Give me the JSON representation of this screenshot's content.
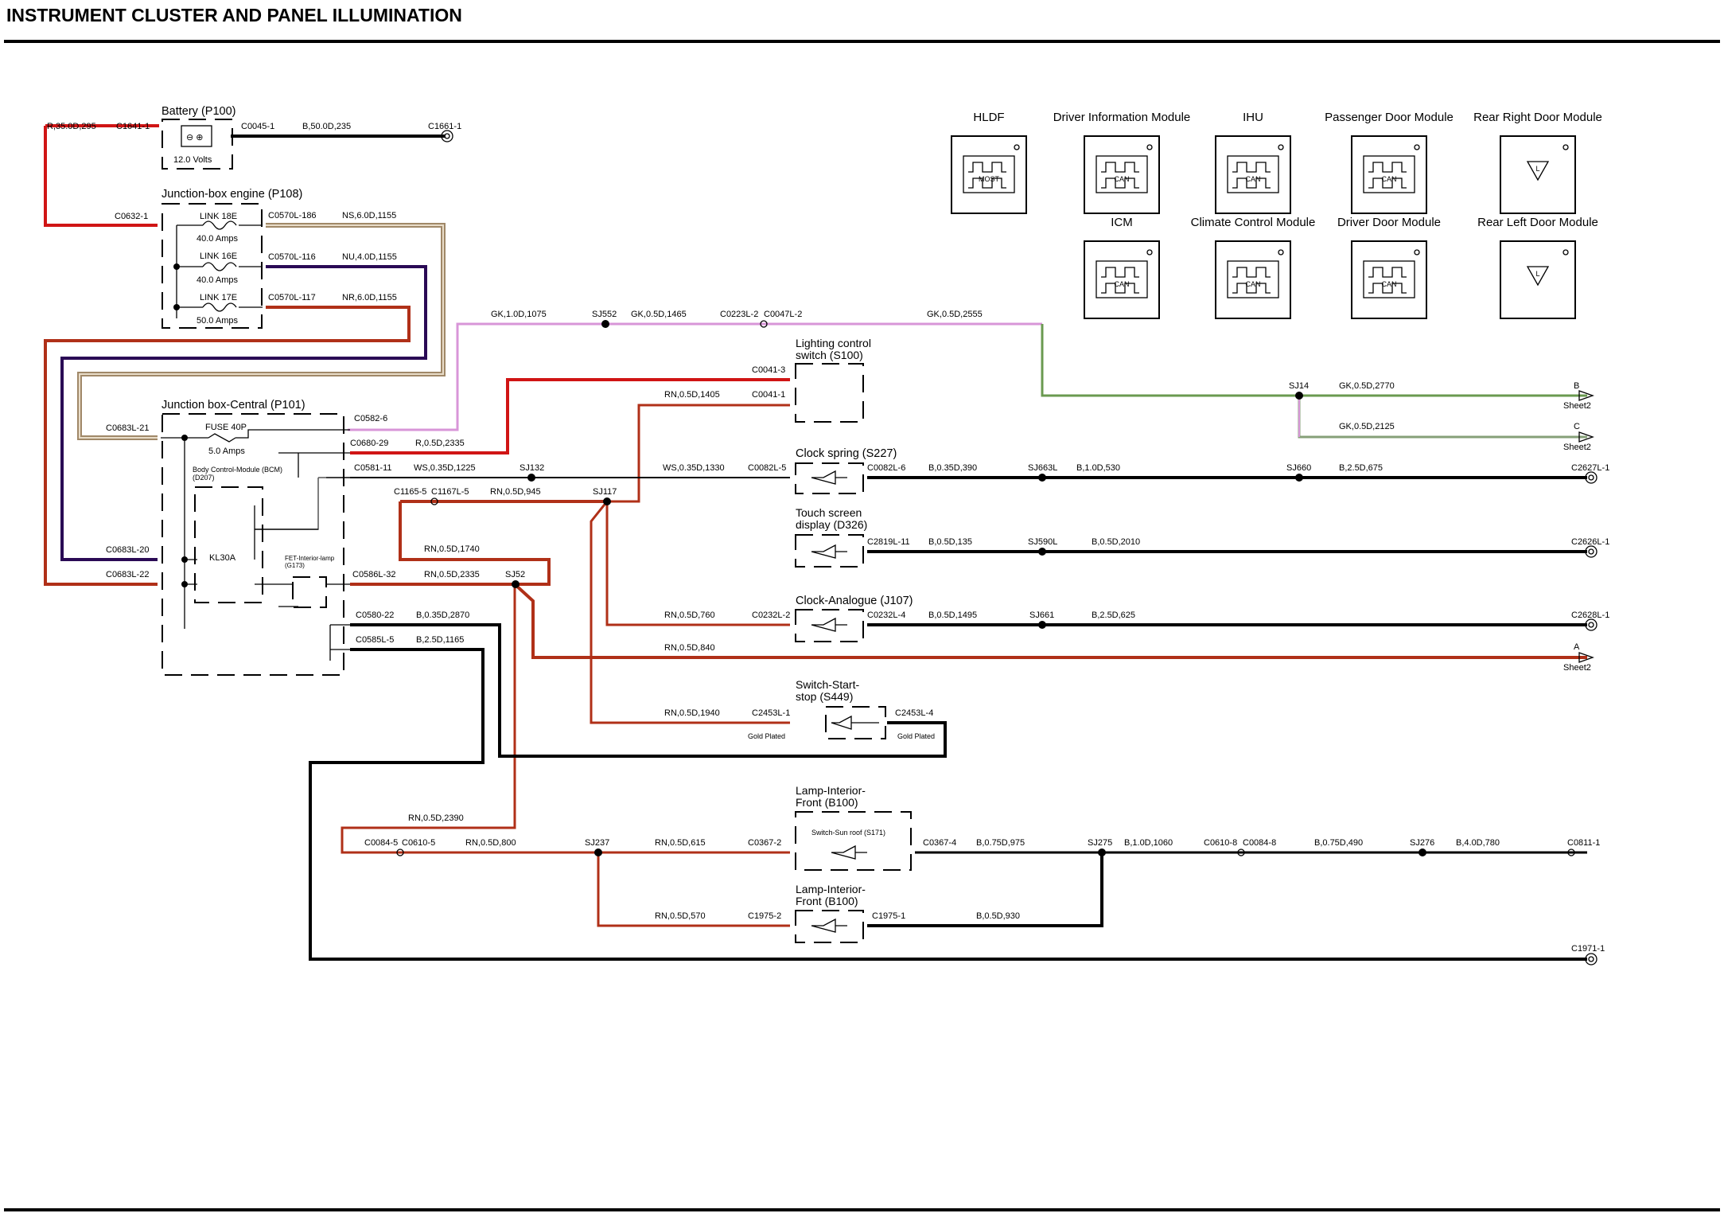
{
  "title": "INSTRUMENT CLUSTER AND PANEL ILLUMINATION",
  "colors": {
    "red": "#d01515",
    "brown_red": "#b03018",
    "black": "#000000",
    "purple": "#2a0a55",
    "tan": "#a08868",
    "pink": "#d896d8",
    "green": "#6a9a50",
    "green_grey": "#86a078"
  },
  "modules": [
    {
      "id": "hldf",
      "name": "HLDF",
      "bus": "MOST",
      "icon": "bus-square-wave-icon"
    },
    {
      "id": "dim",
      "name": "Driver Information Module",
      "bus": "CAN",
      "icon": "bus-square-wave-icon"
    },
    {
      "id": "ihu",
      "name": "IHU",
      "bus": "CAN",
      "icon": "bus-square-wave-icon"
    },
    {
      "id": "pdm",
      "name": "Passenger Door Module",
      "bus": "CAN",
      "icon": "bus-square-wave-icon"
    },
    {
      "id": "rrdm",
      "name": "Rear Right Door Module",
      "bus": "L",
      "icon": "lin-triangle-icon"
    },
    {
      "id": "icm",
      "name": "ICM",
      "bus": "CAN",
      "icon": "bus-square-wave-icon"
    },
    {
      "id": "ccm",
      "name": "Climate Control Module",
      "bus": "CAN",
      "icon": "bus-square-wave-icon"
    },
    {
      "id": "ddm",
      "name": "Driver Door Module",
      "bus": "CAN",
      "icon": "bus-square-wave-icon"
    },
    {
      "id": "rldm",
      "name": "Rear Left Door Module",
      "bus": "L",
      "icon": "lin-triangle-icon"
    }
  ],
  "components": {
    "battery": {
      "name": "Battery (P100)",
      "voltage": "12.0 Volts",
      "pins": [
        "C1641-1",
        "C0045-1"
      ],
      "wire_in": "R,35.0D,295",
      "wire_out": "B,50.0D,235",
      "ground": "C1661-1"
    },
    "junction_engine": {
      "name": "Junction-box engine (P108)",
      "pin_in": "C0632-1",
      "links": [
        {
          "name": "LINK 18E",
          "rating": "40.0 Amps",
          "pin": "C0570L-186",
          "wire": "NS,6.0D,1155"
        },
        {
          "name": "LINK 16E",
          "rating": "40.0 Amps",
          "pin": "C0570L-116",
          "wire": "NU,4.0D,1155"
        },
        {
          "name": "LINK 17E",
          "rating": "50.0 Amps",
          "pin": "C0570L-117",
          "wire": "NR,6.0D,1155"
        }
      ]
    },
    "junction_central": {
      "name": "Junction box-Central (P101)",
      "fuse": {
        "name": "FUSE 40P",
        "rating": "5.0 Amps"
      },
      "bcm": "Body Control-Module (BCM) (D207)",
      "fet": "FET-Interior-lamp (G173)",
      "kl30a": "KL30A",
      "pins": {
        "c0683l_21": "C0683L-21",
        "c0683l_20": "C0683L-20",
        "c0683l_22": "C0683L-22",
        "c0582_6": "C0582-6",
        "c0680_29": "C0680-29",
        "c0581_11": "C0581-11",
        "c0586l_32": "C0586L-32",
        "c0580_22": "C0580-22",
        "c0585l_5": "C0585L-5"
      }
    },
    "lighting_switch": {
      "name": "Lighting control switch (S100)",
      "pins": [
        "C0041-3",
        "C0041-1"
      ]
    },
    "clock_spring": {
      "name": "Clock spring (S227)",
      "pins": [
        "C0082L-5",
        "C0082L-6"
      ]
    },
    "touch_screen": {
      "name": "Touch screen display (D326)",
      "pin": "C2819L-11"
    },
    "clock_analogue": {
      "name": "Clock-Analogue (J107)",
      "pins": [
        "C0232L-2",
        "C0232L-4"
      ]
    },
    "switch_start": {
      "name": "Switch-Start-stop (S449)",
      "pins": [
        "C2453L-1",
        "C2453L-4"
      ],
      "note": "Gold Plated"
    },
    "lamp_front_1": {
      "name": "Lamp-Interior-Front (B100)",
      "inner": "Switch-Sun roof (S171)",
      "pins": [
        "C0367-2",
        "C0367-4"
      ]
    },
    "lamp_front_2": {
      "name": "Lamp-Interior-Front (B100)",
      "pins": [
        "C1975-2",
        "C1975-1"
      ]
    }
  },
  "wire_labels": {
    "gk_1075": "GK,1.0D,1075",
    "sj552": "SJ552",
    "gk_1465": "GK,0.5D,1465",
    "c0223": "C0223L-2",
    "c0047": "C0047L-2",
    "gk_2555": "GK,0.5D,2555",
    "sj14": "SJ14",
    "gk_2770": "GK,0.5D,2770",
    "gk_2125": "GK,0.5D,2125",
    "r_2335": "R,0.5D,2335",
    "rn_1405": "RN,0.5D,1405",
    "ws_1225": "WS,0.35D,1225",
    "sj132": "SJ132",
    "ws_1330": "WS,0.35D,1330",
    "c1165": "C1165-5",
    "c1167": "C1167L-5",
    "rn_945": "RN,0.5D,945",
    "sj117": "SJ117",
    "b_390": "B,0.35D,390",
    "sj663l": "SJ663L",
    "b_530": "B,1.0D,530",
    "sj660": "SJ660",
    "b_675": "B,2.5D,675",
    "c2627": "C2627L-1",
    "rn_1740": "RN,0.5D,1740",
    "b_135": "B,0.5D,135",
    "sj590l": "SJ590L",
    "b_2010": "B,0.5D,2010",
    "c2626": "C2626L-1",
    "rn_2335": "RN,0.5D,2335",
    "sj52": "SJ52",
    "rn_760": "RN,0.5D,760",
    "b_1495": "B,0.5D,1495",
    "sj661": "SJ661",
    "b_625": "B,2.5D,625",
    "c2628": "C2628L-1",
    "b_2870": "B,0.35D,2870",
    "b_1165": "B,2.5D,1165",
    "rn_840": "RN,0.5D,840",
    "rn_1940": "RN,0.5D,1940",
    "rn_2390": "RN,0.5D,2390",
    "c0084_5": "C0084-5",
    "c0610_5": "C0610-5",
    "rn_800": "RN,0.5D,800",
    "sj237": "SJ237",
    "rn_615": "RN,0.5D,615",
    "b_975": "B,0.75D,975",
    "sj275": "SJ275",
    "b_1060": "B,1.0D,1060",
    "c0610_8": "C0610-8",
    "c0084_8": "C0084-8",
    "b_490": "B,0.75D,490",
    "sj276": "SJ276",
    "b_780": "B,4.0D,780",
    "c0811": "C0811-1",
    "rn_570": "RN,0.5D,570",
    "b_930": "B,0.5D,930",
    "c1971": "C1971-1"
  },
  "offsheet": [
    {
      "letter": "B",
      "sheet": "Sheet2"
    },
    {
      "letter": "C",
      "sheet": "Sheet2"
    },
    {
      "letter": "A",
      "sheet": "Sheet2"
    }
  ]
}
